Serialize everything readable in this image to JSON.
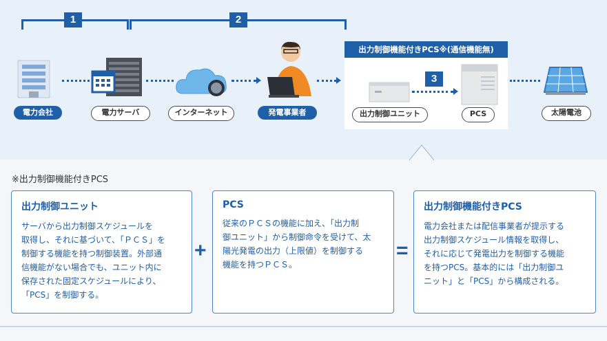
{
  "steps": [
    {
      "number": "1"
    },
    {
      "number": "2"
    },
    {
      "number": "3"
    }
  ],
  "pcs_box": {
    "heading": "出力制御機能付きPCS※(通信機能無)"
  },
  "nodes": {
    "power_company": "電力会社",
    "power_server": "電力サーバ",
    "internet": "インターネット",
    "generator": "発電事業者",
    "control_unit": "出力制御ユニット",
    "pcs": "PCS",
    "solar": "太陽電池"
  },
  "icons": [
    "building-icon",
    "server-icon",
    "cloud-icon",
    "person-laptop-icon",
    "control-unit-icon",
    "pcs-cabinet-icon",
    "solar-panel-icon"
  ],
  "colors": {
    "accent": "#1f5fa8",
    "panel": "#e8f1fa"
  },
  "footnote": "※出力制御機能付きPCS",
  "cards": [
    {
      "title": "出力制御ユニット",
      "lines": [
        "サーバから出力制御スケジュールを",
        "取得し、それに基づいて、「ＰＣＳ」を",
        "制御する機能を持つ制御装置。外部通",
        "信機能がない場合でも、ユニット内に",
        "保存された固定スケジュールにより、",
        "「PCS」を制御する。"
      ]
    },
    {
      "title": "PCS",
      "lines": [
        "従来のＰＣＳの機能に加え、「出力制",
        "御ユニット」から制御命令を受けて、太",
        "陽光発電の出力（上限値）を制御する",
        "機能を持つＰＣＳ。"
      ]
    },
    {
      "title": "出力制御機能付きPCS",
      "lines": [
        "電力会社または配信事業者が提示する",
        "出力制御スケジュール情報を取得し、",
        "それに応じて発電出力を制御する機能",
        "を持つPCS。基本的には「出力制御ユ",
        "ニット」と「PCS」から構成される。"
      ]
    }
  ],
  "operators": {
    "plus": "+",
    "equals": "="
  }
}
